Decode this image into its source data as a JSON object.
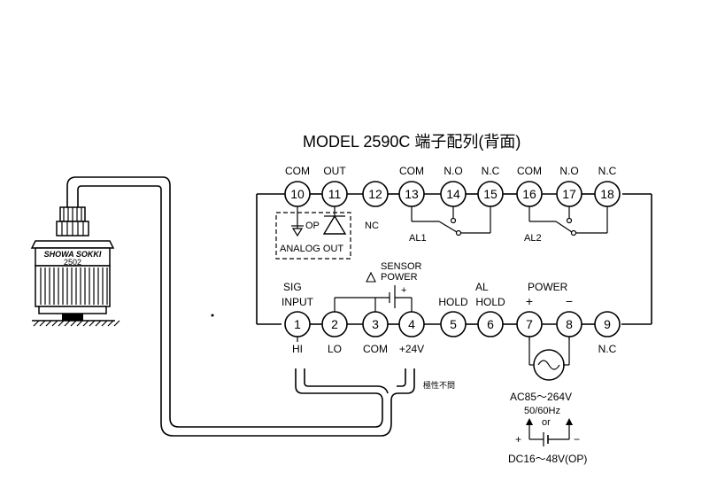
{
  "title": "MODEL 2590C 端子配列(背面)",
  "sensor": {
    "brand": "SHOWA SOKKI",
    "model": "2502"
  },
  "top_terminals": [
    {
      "num": "10",
      "label": "COM"
    },
    {
      "num": "11",
      "label": "OUT"
    },
    {
      "num": "12",
      "label": ""
    },
    {
      "num": "13",
      "label": "COM"
    },
    {
      "num": "14",
      "label": "N.O"
    },
    {
      "num": "15",
      "label": "N.C"
    },
    {
      "num": "16",
      "label": "COM"
    },
    {
      "num": "17",
      "label": "N.O"
    },
    {
      "num": "18",
      "label": "N.C"
    }
  ],
  "bottom_terminals": [
    {
      "num": "1",
      "label_above": "",
      "label_below": "HI"
    },
    {
      "num": "2",
      "label_above": "",
      "label_below": "LO"
    },
    {
      "num": "3",
      "label_above": "",
      "label_below": "COM"
    },
    {
      "num": "4",
      "label_above": "",
      "label_below": "+24V"
    },
    {
      "num": "5",
      "label_above": "HOLD",
      "label_below": ""
    },
    {
      "num": "6",
      "label_above": "HOLD",
      "label_below": ""
    },
    {
      "num": "7",
      "label_above": "+",
      "label_below": ""
    },
    {
      "num": "8",
      "label_above": "−",
      "label_below": ""
    },
    {
      "num": "9",
      "label_above": "",
      "label_below": "N.C"
    }
  ],
  "labels": {
    "nc_12": "NC",
    "op": "OP",
    "analog_out": "ANALOG OUT",
    "al1": "AL1",
    "al2": "AL2",
    "sig": "SIG",
    "input": "INPUT",
    "sensor": "SENSOR",
    "power_small": "POWER",
    "al": "AL",
    "power": "POWER",
    "polarity": "極性不問",
    "ac": "AC85～264V",
    "freq": "50/60Hz",
    "or": "or",
    "dc": "DC16～48V(OP)",
    "dc_plus": "+",
    "dc_minus": "−"
  }
}
